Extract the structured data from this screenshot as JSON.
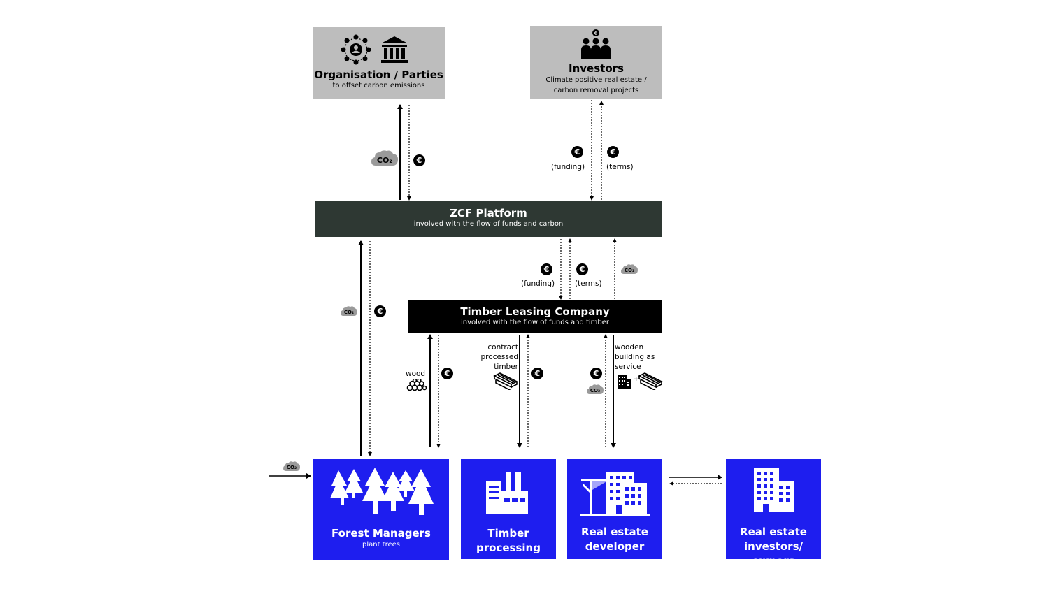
{
  "nodes": {
    "organisation": {
      "title": "Organisation / Parties",
      "subtitle": "to offset carbon emissions"
    },
    "investors": {
      "title": "Investors",
      "subtitle_line1": "Climate positive real estate /",
      "subtitle_line2": "carbon removal projects"
    },
    "zcf": {
      "title": "ZCF Platform",
      "subtitle": "involved with the flow of funds and carbon"
    },
    "timber_leasing": {
      "title": "Timber Leasing Company",
      "subtitle": "involved with the flow of funds and timber"
    },
    "forest": {
      "title": "Forest Managers",
      "subtitle": "plant trees"
    },
    "processing": {
      "title_line1": "Timber processing",
      "title_line2": "company"
    },
    "developer": {
      "title_line1": "Real estate",
      "title_line2": "developer"
    },
    "re_investors": {
      "title_line1": "Real estate",
      "title_line2": "investors/ owners"
    }
  },
  "symbols": {
    "euro": "€",
    "co2": "CO₂"
  },
  "flow_labels": {
    "funding": "(funding)",
    "terms": "(terms)",
    "wood": "wood",
    "contract_line1": "contract",
    "contract_line2": "processed",
    "contract_line3": "timber",
    "wooden_line1": "wooden",
    "wooden_line2": "building as",
    "wooden_line3": "service"
  },
  "colors": {
    "grey_box": "#bdbdbd",
    "zcf_box": "#2e3833",
    "leasing_box": "#000000",
    "blue_box": "#1e1eef"
  }
}
